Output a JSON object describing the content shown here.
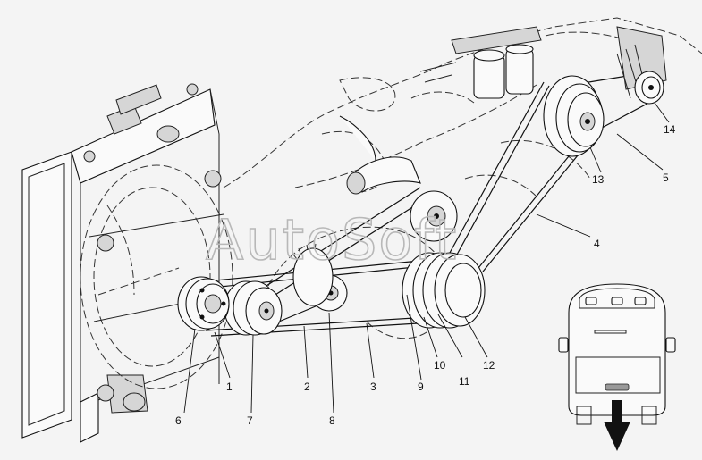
{
  "watermark": "AutoSoft",
  "callouts": {
    "c1": "1",
    "c2": "2",
    "c3": "3",
    "c4": "4",
    "c5": "5",
    "c6": "6",
    "c7": "7",
    "c8": "8",
    "c9": "9",
    "c10": "10",
    "c11": "11",
    "c12": "12",
    "c13": "13",
    "c14": "14"
  }
}
